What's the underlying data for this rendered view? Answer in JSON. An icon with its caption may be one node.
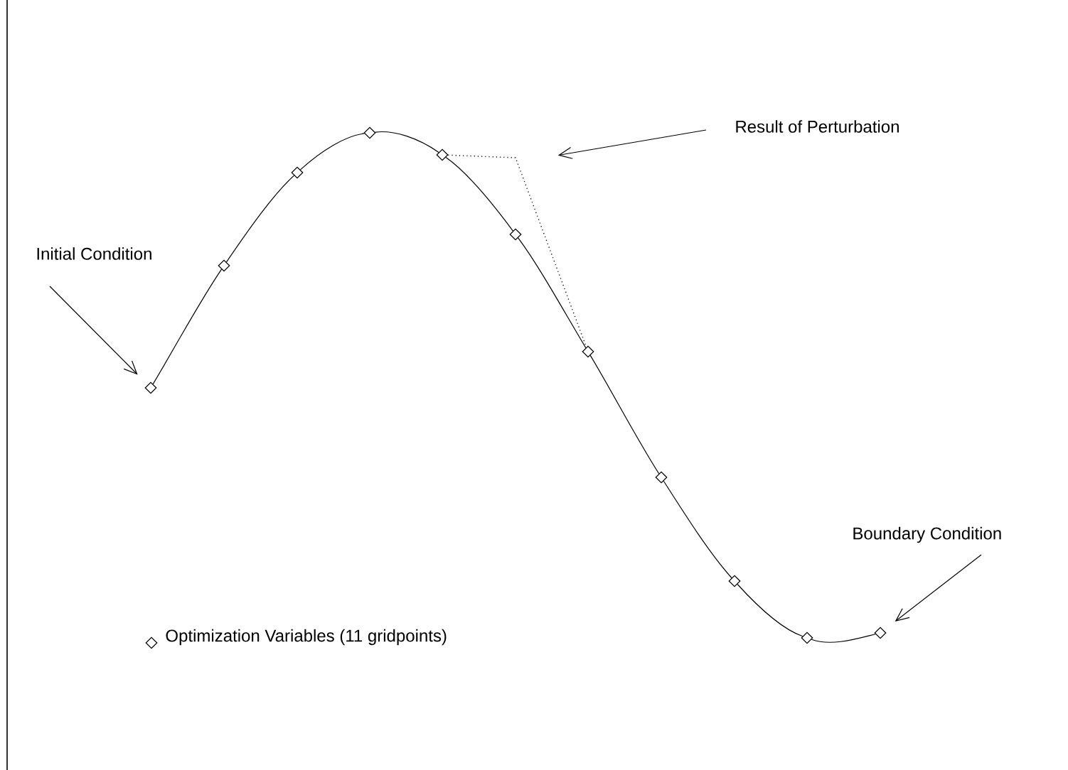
{
  "diagram": {
    "nodes": [
      {
        "text": [
          "Initial Condition"
        ]
      },
      {
        "text": [
          "Result of Perturbation"
        ]
      },
      {
        "text": [
          "Boundary Condition"
        ]
      },
      {
        "text": [],
        "shape": "diamond"
      },
      {
        "text": [],
        "shape": "diamond"
      },
      {
        "text": [],
        "shape": "diamond"
      },
      {
        "text": [],
        "shape": "diamond"
      },
      {
        "text": [],
        "shape": "diamond"
      },
      {
        "text": [],
        "shape": "diamond"
      },
      {
        "text": [],
        "shape": "diamond"
      },
      {
        "text": [],
        "shape": "diamond"
      },
      {
        "text": [],
        "shape": "diamond"
      },
      {
        "text": [],
        "shape": "diamond"
      },
      {
        "text": [],
        "shape": "diamond"
      }
    ],
    "edges": [
      {
        "from": 0,
        "to": 3,
        "arrow": "to"
      },
      {
        "from": 1,
        "to": null,
        "arrow": "to"
      },
      {
        "from": 2,
        "to": 13,
        "arrow": "to"
      },
      {
        "from": 3,
        "to": 4,
        "arrow": "none"
      },
      {
        "from": 4,
        "to": 5,
        "arrow": "none"
      },
      {
        "from": 5,
        "to": 6,
        "arrow": "none"
      },
      {
        "from": 6,
        "to": 7,
        "arrow": "none"
      },
      {
        "from": 7,
        "to": 8,
        "arrow": "none"
      },
      {
        "from": 8,
        "to": 9,
        "arrow": "none"
      },
      {
        "from": 9,
        "to": 10,
        "arrow": "none"
      },
      {
        "from": 10,
        "to": 11,
        "arrow": "none"
      },
      {
        "from": 11,
        "to": 12,
        "arrow": "none"
      },
      {
        "from": 12,
        "to": 13,
        "arrow": "none"
      },
      {
        "from": 7,
        "to": 9,
        "arrow": "none",
        "style": "dashed"
      }
    ],
    "legend": [
      {
        "text": "Optimization Variables (11 gridpoints)"
      }
    ]
  }
}
